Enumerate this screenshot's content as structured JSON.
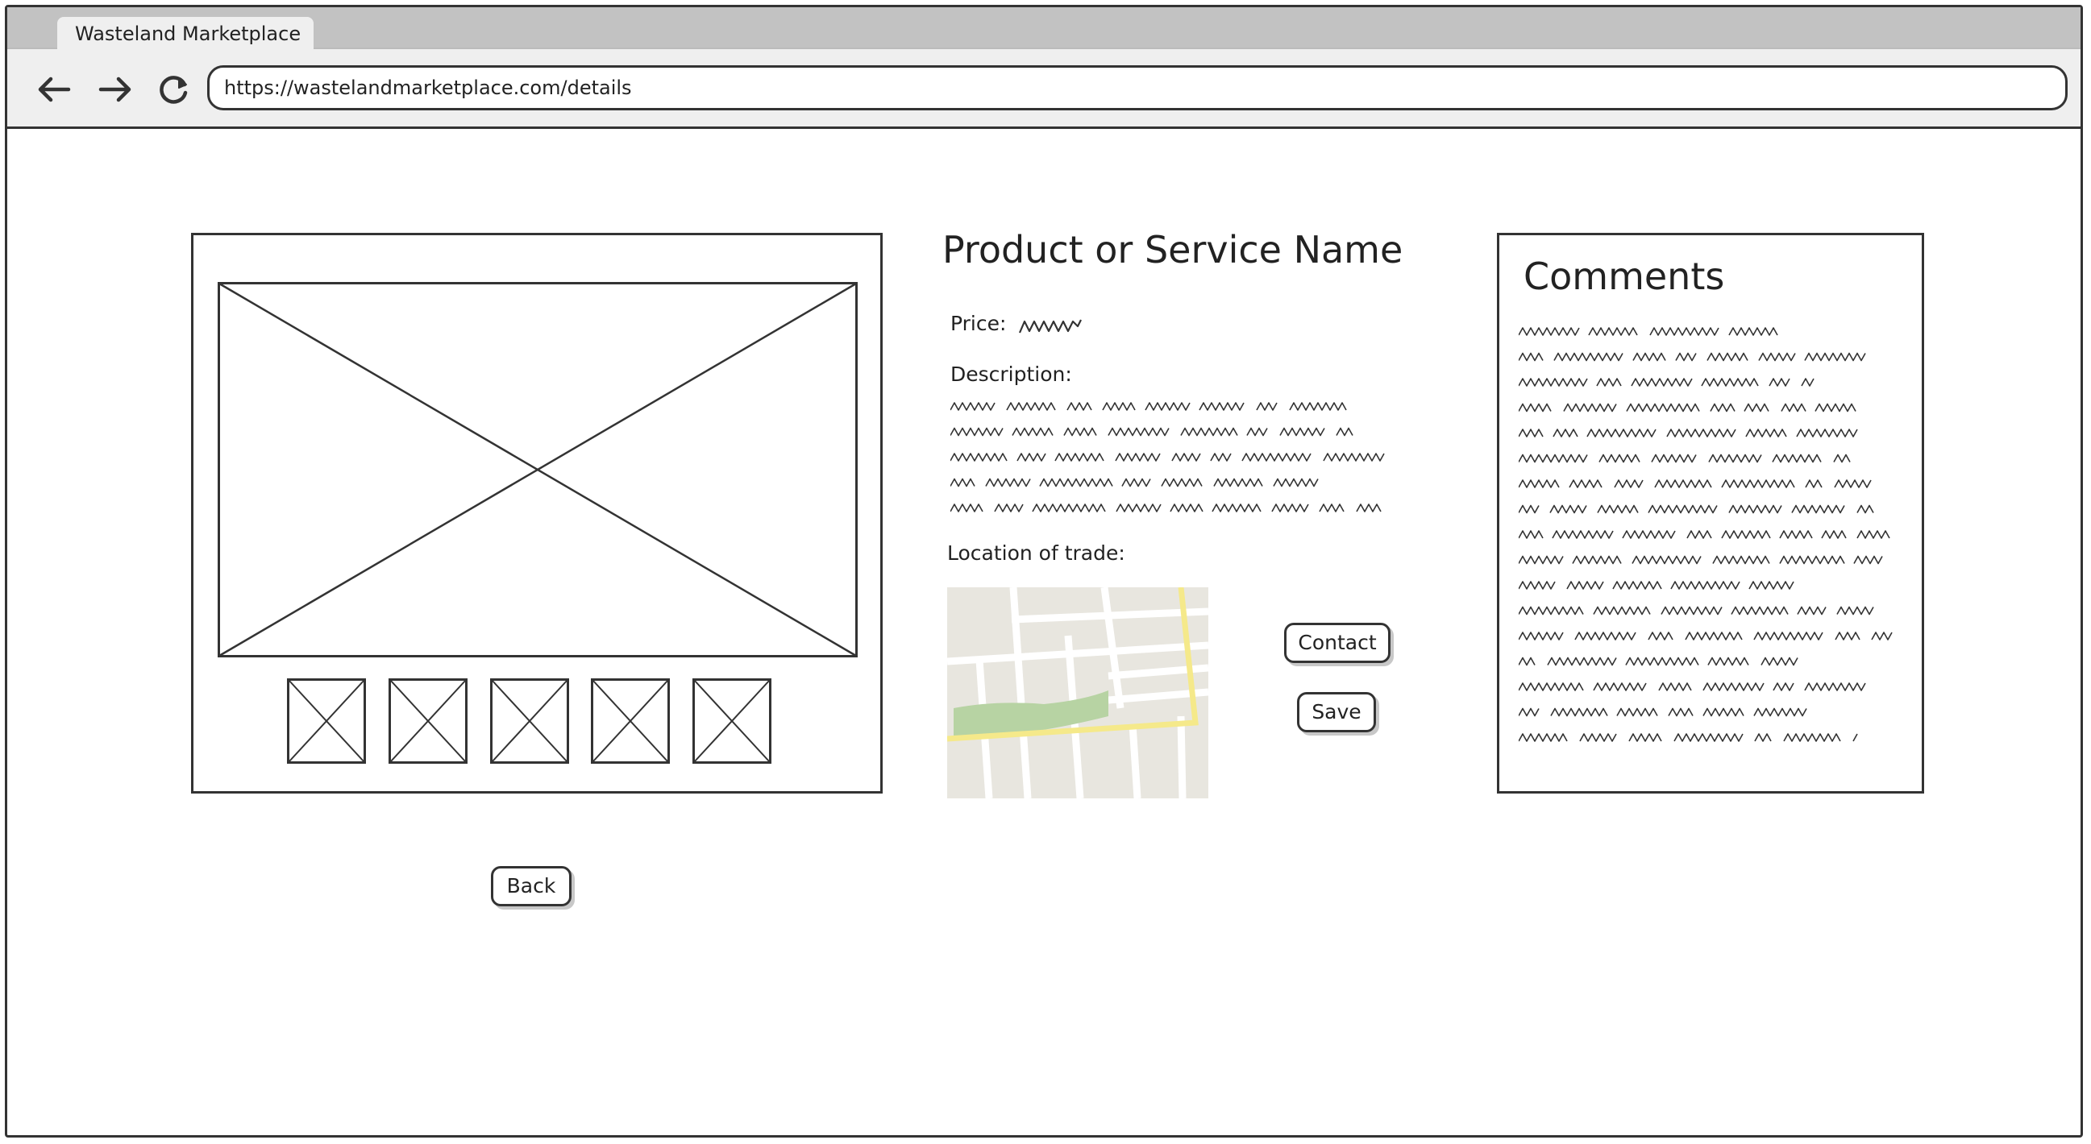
{
  "browser": {
    "tab_title": "Wasteland Marketplace",
    "url": "https://wastelandmarketplace.com/details",
    "icons": [
      "back-arrow-icon",
      "forward-arrow-icon",
      "reload-icon"
    ]
  },
  "product": {
    "title": "Product or Service Name",
    "price_label": "Price:",
    "description_label": "Description:",
    "location_label": "Location of trade:"
  },
  "actions": {
    "contact_label": "Contact",
    "save_label": "Save",
    "back_label": "Back"
  },
  "comments": {
    "title": "Comments"
  },
  "colors": {
    "ink": "#333333",
    "tabbar": "#c2c2c2",
    "map_park": "#b7d3a3",
    "map_road": "#f5e98a"
  }
}
